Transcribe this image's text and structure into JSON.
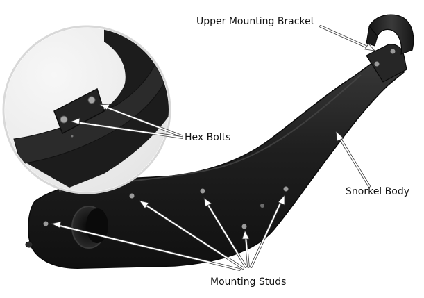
{
  "labels": {
    "upper_bracket": "Upper Mounting Bracket",
    "hex_bolts": "Hex Bolts",
    "snorkel_body": "Snorkel Body",
    "mounting_studs": "Mounting Studs"
  },
  "colors": {
    "snorkel": "#1b1b1b",
    "snorkel_highlight": "#3a3a3a",
    "leader_line": "#ffffff",
    "leader_outline": "#3a3a3a",
    "hardware": "#9a9a9a"
  }
}
